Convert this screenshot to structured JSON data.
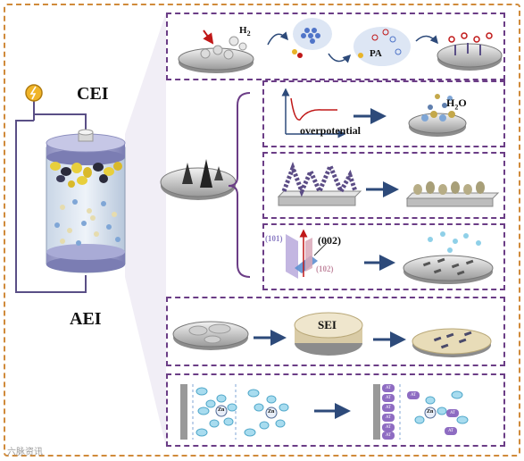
{
  "labels": {
    "cei": "CEI",
    "aei": "AEI",
    "h2": "H",
    "h2_sub": "2",
    "pa": "PA",
    "overpotential": "overpotential",
    "h2o": "H",
    "h2o_sub": "2",
    "h2o_o": "O",
    "plane_101": "(101)",
    "plane_002": "(002)",
    "plane_102": "(102)",
    "sei": "SEI",
    "zn": "Zn",
    "at": "AT"
  },
  "watermark": "六脉资讯",
  "colors": {
    "outer_border": "#d08a3a",
    "panel_border": "#6b3d86",
    "arrow": "#2d4a7a",
    "curve": "#c01818"
  }
}
